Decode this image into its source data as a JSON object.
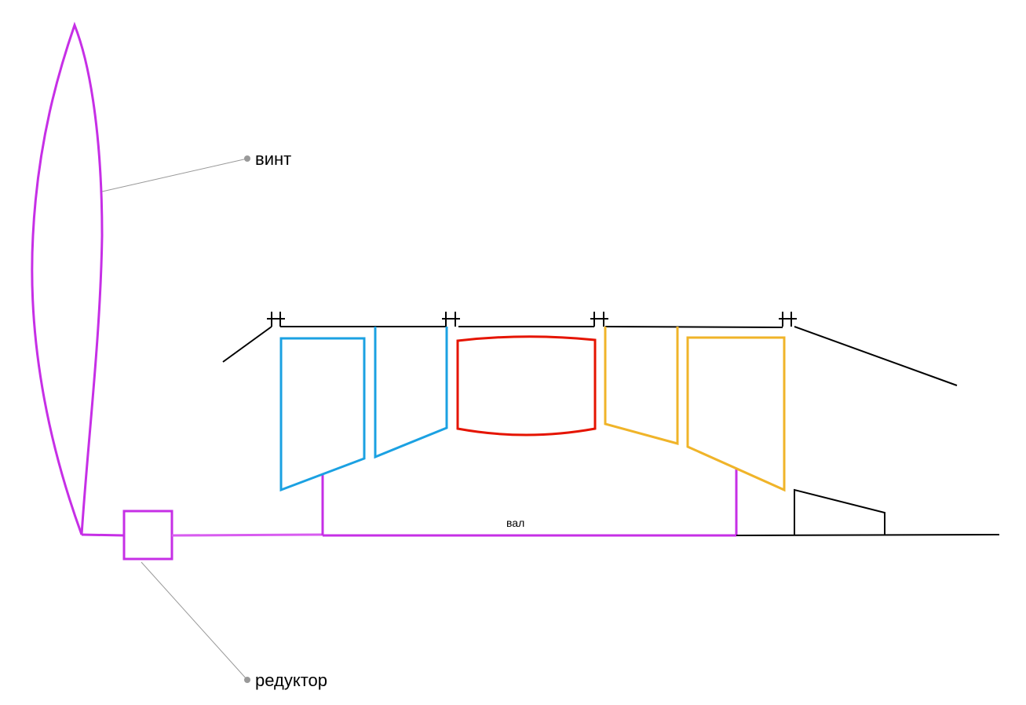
{
  "labels": {
    "propeller": "винт",
    "gearbox": "редуктор",
    "shaft": "вал"
  },
  "colors": {
    "propeller_and_shaft": "#c62fe6",
    "compressor": "#1ba1e2",
    "combustor": "#e51400",
    "turbine": "#f0b429",
    "casing": "#000000",
    "leader": "#999999"
  }
}
